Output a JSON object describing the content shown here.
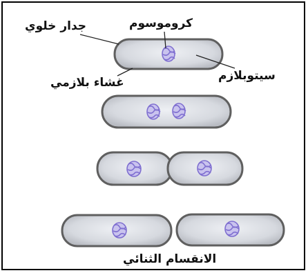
{
  "labels": {
    "cell_wall": "جدار خلوي",
    "chromosome": "كروموسوم",
    "plasma_membrane": "غشاء بلازمي",
    "cytoplasm": "سيتوبلازم",
    "caption": "الانقسام الثنائي"
  },
  "colors": {
    "cell_fill": "#d9dbe1",
    "cell_edge": "#5f5f5f",
    "chromosome": "#7f6fd0",
    "line": "#222222"
  }
}
